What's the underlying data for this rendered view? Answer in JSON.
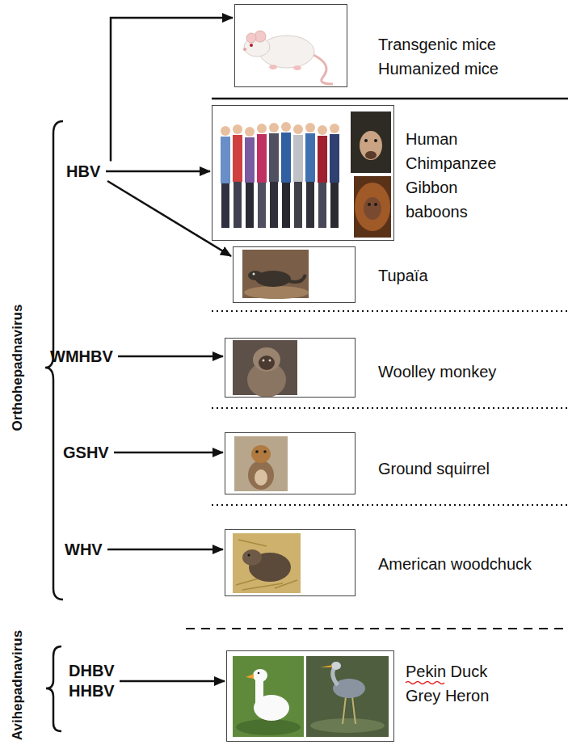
{
  "diagram": {
    "nodes": [
      {
        "text": [
          "Transgenic mice",
          "Humanized mice"
        ]
      },
      {
        "text": [
          "HBV"
        ]
      },
      {
        "text": [
          "Human",
          "Chimpanzee",
          "Gibbon",
          "baboons"
        ]
      },
      {
        "text": [
          "Tupaïa"
        ]
      },
      {
        "text": [
          "WMHBV"
        ]
      },
      {
        "text": [
          "Woolley monkey"
        ]
      },
      {
        "text": [
          "GSHV"
        ]
      },
      {
        "text": [
          "Ground squirrel"
        ]
      },
      {
        "text": [
          "WHV"
        ]
      },
      {
        "text": [
          "American woodchuck"
        ]
      },
      {
        "text": [
          "DHBV",
          "HHBV"
        ]
      },
      {
        "text": [
          "Pekin Duck",
          "Grey Heron"
        ]
      }
    ],
    "edges": [
      {
        "from": 1,
        "to": 0,
        "arrow": "to"
      },
      {
        "from": 1,
        "to": 2,
        "arrow": "to"
      },
      {
        "from": 1,
        "to": 3,
        "arrow": "to"
      },
      {
        "from": 4,
        "to": 5,
        "arrow": "to"
      },
      {
        "from": 6,
        "to": 7,
        "arrow": "to"
      },
      {
        "from": 8,
        "to": 9,
        "arrow": "to"
      },
      {
        "from": 10,
        "to": 11,
        "arrow": "to"
      }
    ],
    "labels": [
      "Orthohepadnavirus",
      "Avihepadnavirus"
    ]
  }
}
